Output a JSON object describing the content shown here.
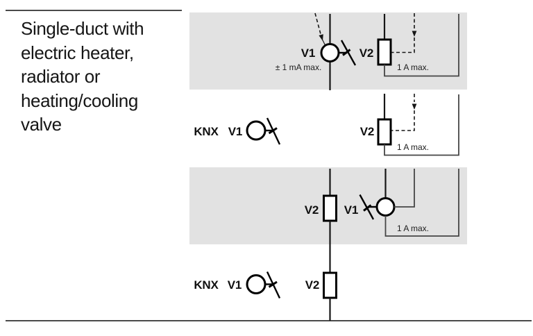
{
  "page": {
    "title_lines": [
      "Single-duct with",
      "electric heater,",
      "radiator or",
      "heating/cooling",
      "valve"
    ]
  },
  "colors": {
    "panel": "#e2e2e2",
    "ink": "#161616",
    "wire": "#454545"
  },
  "diagrams": [
    {
      "variant": "mains-with-electric-heater",
      "v1_label": "V1",
      "v1_rating": "± 1 mA max.",
      "v2_label": "V2",
      "v2_rating": "1 A max."
    },
    {
      "variant": "knx-with-electric-heater",
      "bus_label": "KNX",
      "v1_label": "V1",
      "v2_label": "V2",
      "v2_rating": "1 A max."
    },
    {
      "variant": "mains-with-valve",
      "v2_label": "V2",
      "v1_label": "V1",
      "v1_rating": "1 A max."
    },
    {
      "variant": "knx-with-valve",
      "bus_label": "KNX",
      "v1_label": "V1",
      "v2_label": "V2"
    }
  ]
}
